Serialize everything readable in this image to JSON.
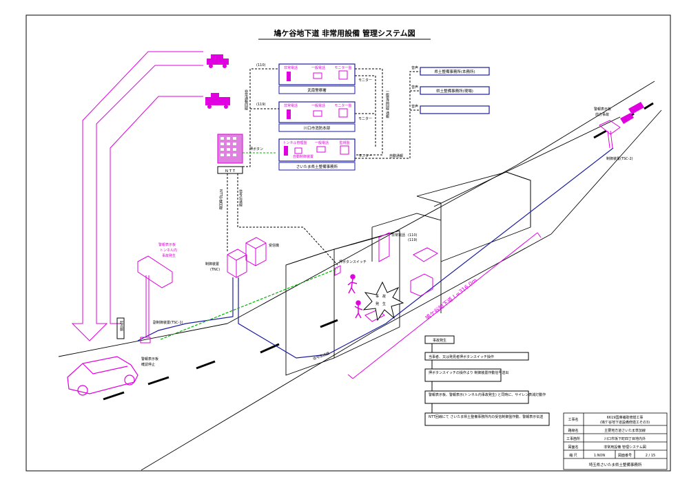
{
  "title": "鳩ケ谷地下道 非常用設備 管理システム図",
  "colors": {
    "magenta": "#e000e0",
    "blue": "#1a1aa0",
    "green": "#00b000",
    "black": "#000000"
  },
  "stations": {
    "police": {
      "name": "武南警察署",
      "code": "(110)",
      "devices": [
        "非常電話",
        "一般電話",
        "モニター盤"
      ]
    },
    "fire": {
      "name": "川口市消防本部",
      "code": "(119)",
      "devices": [
        "非常電話",
        "一般電話",
        "モニター盤"
      ]
    },
    "office": {
      "name": "さいたま県土整備事務所",
      "devices": [
        "トンネル管理盤",
        "一般電話",
        "監視盤",
        "自動制御装置"
      ]
    }
  },
  "links": {
    "emergency_line": "非常通報回線",
    "general_line": "一般電話回線 通報",
    "monitor": "モニター",
    "auto_report": "自動通報",
    "ntt_line": "NTT回線",
    "transmission_line": "信号伝送線"
  },
  "rescue": [
    "県土整備事務所(本務所)",
    "県土整備事務所(現場)",
    ""
  ],
  "rescue_tag": "音声",
  "labels": {
    "push_button": "押ボタン",
    "ntt": "N T T",
    "ntt_relay": "NTT中継回線",
    "receiver": "受信機",
    "controller": "制御装置",
    "controller_sub": "(TNC)",
    "warning_board_left": "警報表示板",
    "warning_board_left_2": "トンネル内",
    "warning_board_left_3": "事故発生",
    "sub_controller_left": "副制御装置(TSC-1)",
    "start_point": "起点側",
    "warning_board_right": "警報表示板",
    "warning_board_right_2": "前方事故",
    "sub_controller_right": "制御装置(TSC-2)",
    "push_button_switch": "押ボタンスイッチ",
    "emergency_phone": "非常電話",
    "emergency_phone_code": "(110)",
    "emergency_phone_code_2": "(119)",
    "accident_1": "事",
    "accident_2": "故",
    "accident_3": "発",
    "accident_4": "生",
    "tunnel": "鳩ケ谷地下道 L=316.0m",
    "cable_label": "信号伝送線",
    "stop_label_1": "警報表示板",
    "stop_label_2": "確認停止"
  },
  "flow": [
    "事故発生",
    "当事者、又は発見者押ボタンスイッチ操作",
    "押ボタンスイッチの操作より 制御装置作動信号送出",
    "警報表示板、警報表示(トンネル内事故発生) と同時に、サイレン表減灯動作",
    "NTT回線にて さいたま県土整備事務所内の受信制御盤作動、警報表示伝送"
  ],
  "titleblock": {
    "rows": [
      {
        "label": "工事名",
        "value": "6619国庫補助修繕工事",
        "value2": "(鳩ケ谷地下道設備修繕工その3)"
      },
      {
        "label": "路線名",
        "value": "主要地方道さいたま草加線"
      },
      {
        "label": "工事箇所",
        "value": "川口市坂下町四丁目地内外"
      },
      {
        "label": "図面名",
        "value": "非常用設備 管理システム図"
      }
    ],
    "scale_label": "縮 尺",
    "scale_value": "1:NON",
    "sheet_label": "図面番号",
    "sheet_value": "2 / 15",
    "org": "埼玉県さいたま県土整備事務所"
  }
}
